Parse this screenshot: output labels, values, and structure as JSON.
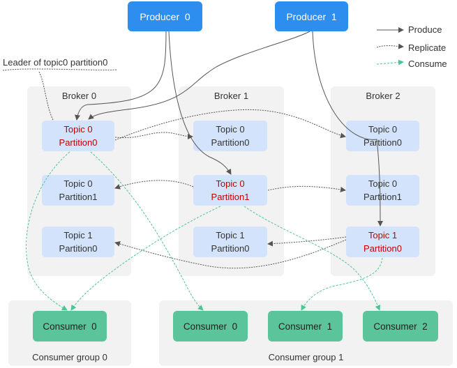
{
  "producers": [
    "Producer  0",
    "Producer  1"
  ],
  "legend": {
    "produce": "Produce",
    "replicate": "Replicate",
    "consume": "Consume"
  },
  "annotation": "Leader of topic0 partition0",
  "brokers": [
    {
      "title": "Broker  0",
      "partitions": [
        {
          "topic": "Topic 0",
          "partition": "Partition0",
          "leader": true
        },
        {
          "topic": "Topic 0",
          "partition": "Partition1",
          "leader": false
        },
        {
          "topic": "Topic 1",
          "partition": "Partition0",
          "leader": false
        }
      ]
    },
    {
      "title": "Broker  1",
      "partitions": [
        {
          "topic": "Topic 0",
          "partition": "Partition0",
          "leader": false
        },
        {
          "topic": "Topic 0",
          "partition": "Partition1",
          "leader": true
        },
        {
          "topic": "Topic 1",
          "partition": "Partition0",
          "leader": false
        }
      ]
    },
    {
      "title": "Broker  2",
      "partitions": [
        {
          "topic": "Topic 0",
          "partition": "Partition0",
          "leader": false
        },
        {
          "topic": "Topic 0",
          "partition": "Partition1",
          "leader": false
        },
        {
          "topic": "Topic 1",
          "partition": "Partition0",
          "leader": true
        }
      ]
    }
  ],
  "consumer_groups": [
    {
      "title": "Consumer group 0",
      "consumers": [
        "Consumer  0"
      ]
    },
    {
      "title": "Consumer group 1",
      "consumers": [
        "Consumer  0",
        "Consumer  1",
        "Consumer  2"
      ]
    }
  ],
  "colors": {
    "producer": "#2e8ef0",
    "partition": "#d3e3fb",
    "consumer": "#5cc49a",
    "leader_text": "#c00000",
    "consume_arrow": "#4cc494",
    "produce_arrow": "#555555"
  }
}
